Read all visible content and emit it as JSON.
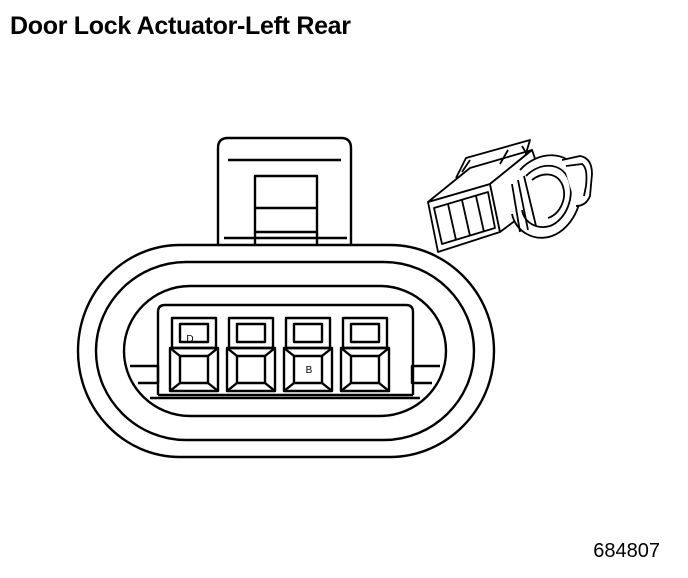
{
  "title": "Door Lock Actuator-Left Rear",
  "figure_id": "684807",
  "pins": [
    {
      "id": "pin-1",
      "label": "D"
    },
    {
      "id": "pin-2",
      "label": ""
    },
    {
      "id": "pin-3",
      "label": "B"
    },
    {
      "id": "pin-4",
      "label": ""
    }
  ],
  "colors": {
    "line": "#000000",
    "background": "#ffffff"
  }
}
